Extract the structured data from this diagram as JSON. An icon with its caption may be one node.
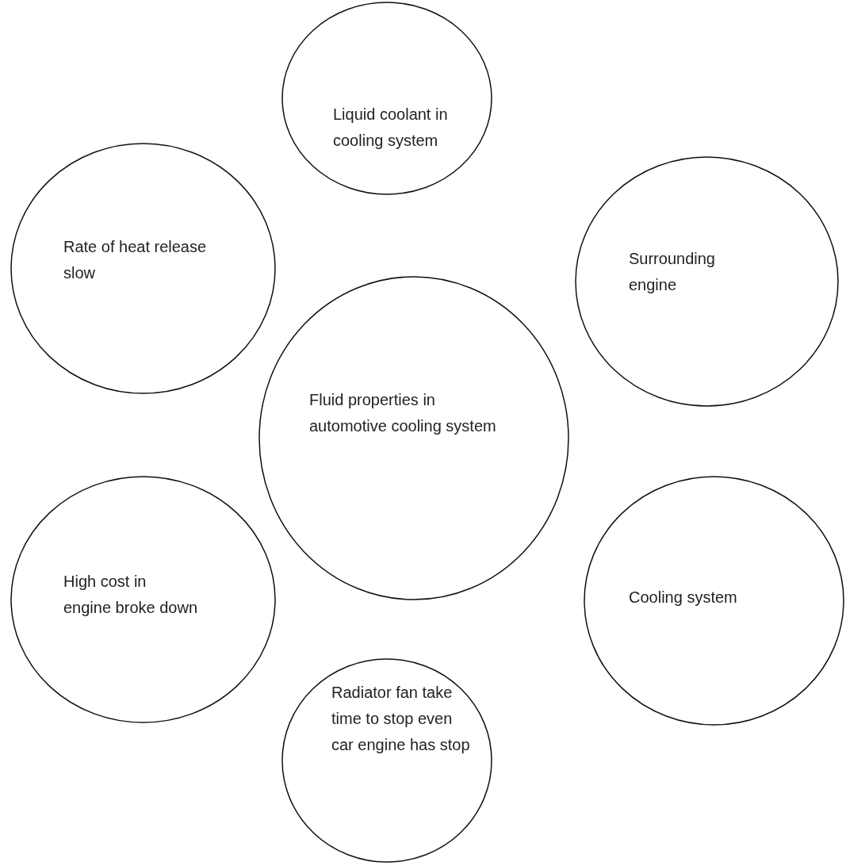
{
  "diagram": {
    "nodes": [
      {
        "text": [
          "Liquid coolant in cooling system"
        ]
      },
      {
        "text": [
          "Rate of heat release slow"
        ]
      },
      {
        "text": [
          "Surrounding engine"
        ]
      },
      {
        "text": [
          "Fluid properties in automotive cooling system"
        ]
      },
      {
        "text": [
          "High cost in engine broke down"
        ]
      },
      {
        "text": [
          "Cooling system"
        ]
      },
      {
        "text": [
          "Radiator fan take time to stop even car engine has stop"
        ]
      }
    ]
  }
}
